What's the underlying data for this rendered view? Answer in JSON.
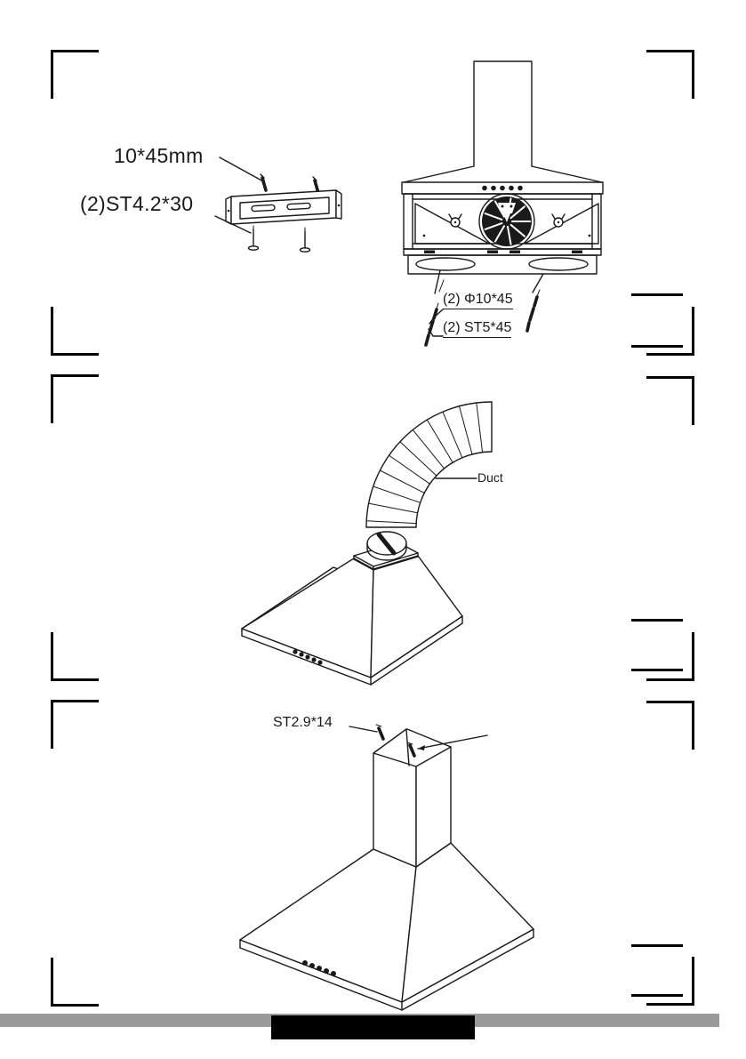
{
  "page": {
    "background": "#ffffff",
    "line_color": "#1a1a1a",
    "crop_mark_color": "#000000",
    "footer": {
      "gray_bar_color": "#9a9a9a",
      "black_bar_color": "#000000"
    }
  },
  "labels": {
    "bracket_anchor": "10*45mm",
    "bracket_screw": "(2)ST4.2*30",
    "hood_anchor": "(2) Φ10*45",
    "hood_screw": "(2) ST5*45",
    "duct": "Duct",
    "chimney_screw": "ST2.9*14"
  }
}
